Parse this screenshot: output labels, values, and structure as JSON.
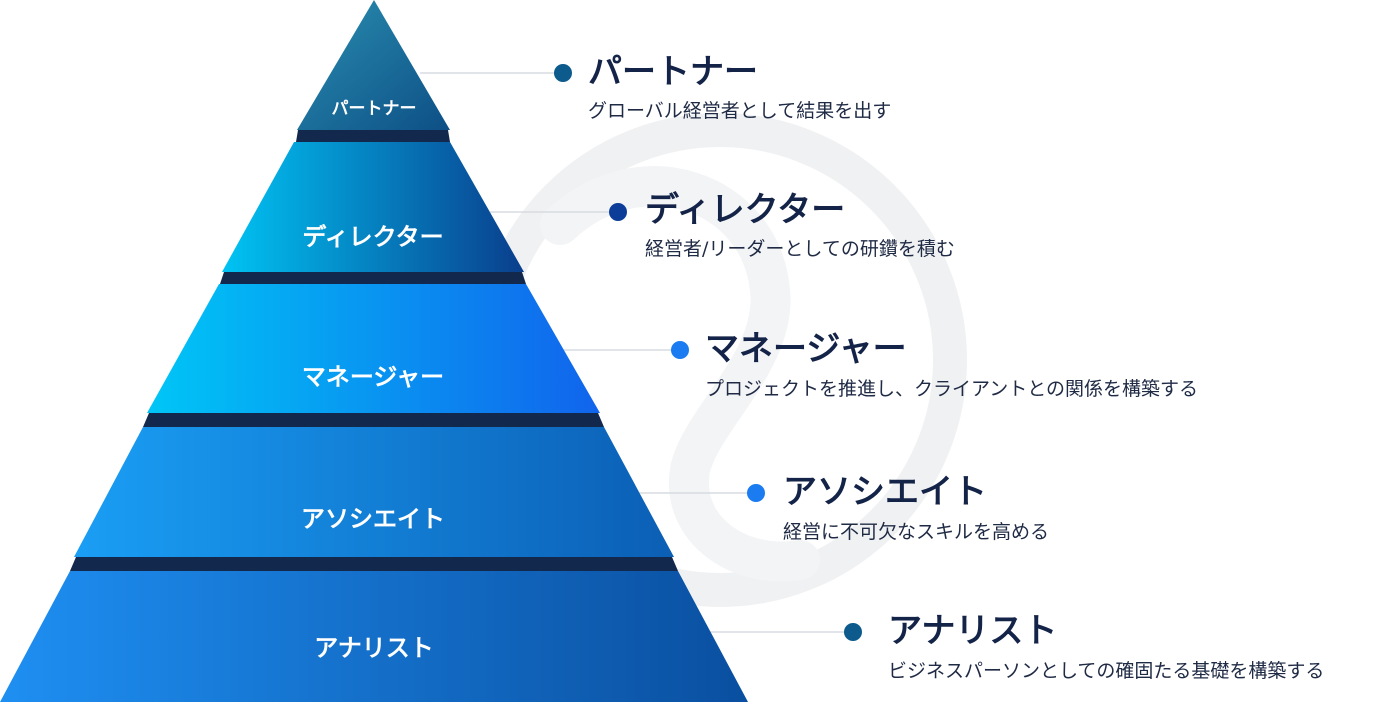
{
  "colors": {
    "dot_dark": "#0d5a8c",
    "dot_navy": "#0c3d99",
    "dot_bright": "#1a7cf0",
    "title_text": "#142348",
    "connector_line": "#d7dbe0",
    "watermark": "#f0f1f3",
    "tier_shadow": "#13284d"
  },
  "tiers": [
    {
      "label": "パートナー",
      "title": "パートナー",
      "description": "グローバル経営者として結果を出す",
      "dot_color": "#0d5a8c",
      "gradient": [
        "#2a8fb0",
        "#0d4f86"
      ]
    },
    {
      "label": "ディレクター",
      "title": "ディレクター",
      "description": "経営者/リーダーとしての研鑽を積む",
      "dot_color": "#0c3d99",
      "gradient": [
        "#00c4f4",
        "#0a3e8c"
      ]
    },
    {
      "label": "マネージャー",
      "title": "マネージャー",
      "description": "プロジェクトを推進し、クライアントとの関係を構築する",
      "dot_color": "#1a7cf0",
      "gradient": [
        "#00c6f6",
        "#1164ec"
      ]
    },
    {
      "label": "アソシエイト",
      "title": "アソシエイト",
      "description": "経営に不可欠なスキルを高める",
      "dot_color": "#1a7cf0",
      "gradient": [
        "#1a9ef5",
        "#0b5fb5"
      ]
    },
    {
      "label": "アナリスト",
      "title": "アナリスト",
      "description": "ビジネスパーソンとしての確固たる基礎を構築する",
      "dot_color": "#0d5a8c",
      "gradient": [
        "#1e8ff2",
        "#0a4fa0"
      ]
    }
  ]
}
